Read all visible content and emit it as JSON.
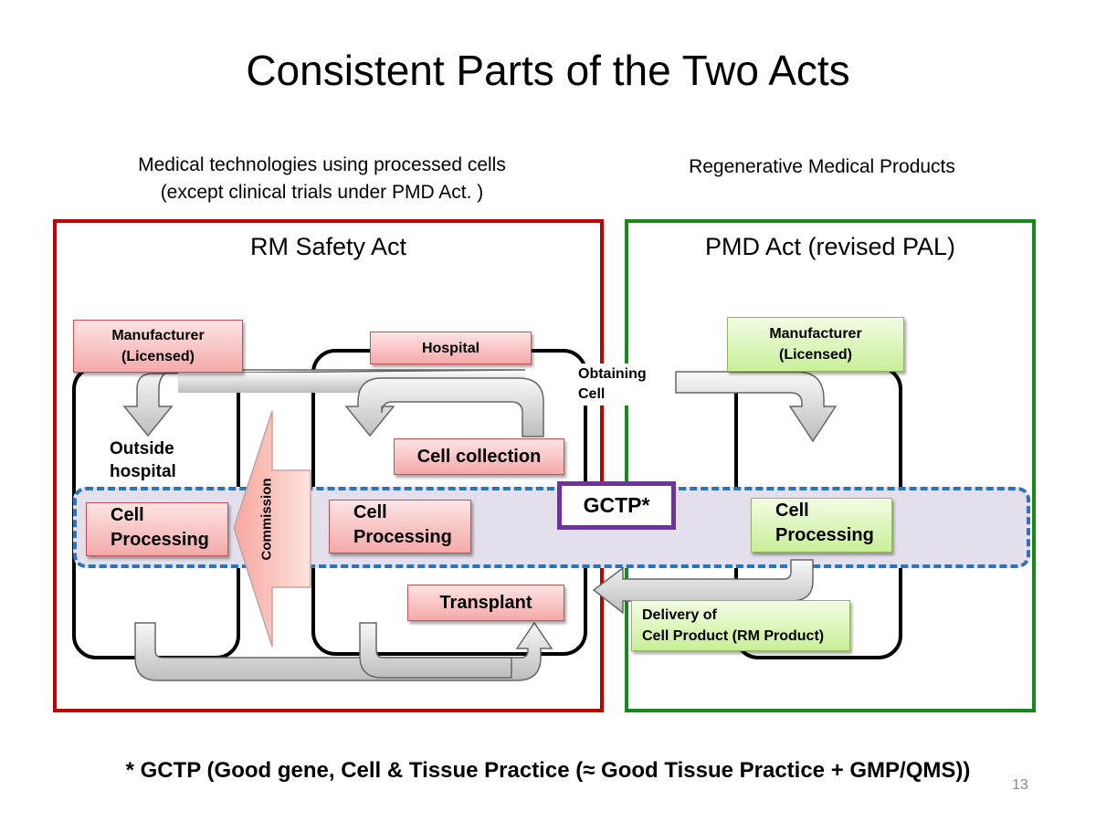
{
  "slide": {
    "title": "Consistent Parts of the Two Acts",
    "page_number": "13",
    "footnote": "* GCTP (Good gene, Cell & Tissue Practice (≈ Good Tissue Practice + GMP/QMS))"
  },
  "left_caption": {
    "line1": "Medical technologies using processed cells",
    "line2": "(except clinical trials under PMD Act. )"
  },
  "right_caption": "Regenerative Medical Products",
  "rm_act": {
    "title": "RM Safety Act",
    "manufacturer": {
      "line1": "Manufacturer",
      "line2": "(Licensed)"
    },
    "outside_hospital": {
      "line1": "Outside",
      "line2": "hospital"
    },
    "outside_processing": {
      "line1": "Cell",
      "line2": "Processing"
    },
    "commission": "Commission",
    "hospital": "Hospital",
    "cell_collection": "Cell collection",
    "hospital_processing": {
      "line1": "Cell",
      "line2": "Processing"
    },
    "transplant": "Transplant"
  },
  "center": {
    "obtaining_cell": {
      "line1": "Obtaining",
      "line2": "Cell"
    },
    "gctp_label": "GCTP*"
  },
  "pmd_act": {
    "title": "PMD Act (revised PAL)",
    "manufacturer": {
      "line1": "Manufacturer",
      "line2": "(Licensed)"
    },
    "processing": {
      "line1": "Cell",
      "line2": "Processing"
    },
    "delivery": {
      "line1": "Delivery of",
      "line2": "Cell Product (RM Product)"
    }
  },
  "colors": {
    "rm_act_border": "#c00000",
    "pmd_act_border": "#168a16",
    "gctp_border": "#7030a0",
    "band_dash": "#2c73b8",
    "band_fill": "#e4dfec"
  }
}
